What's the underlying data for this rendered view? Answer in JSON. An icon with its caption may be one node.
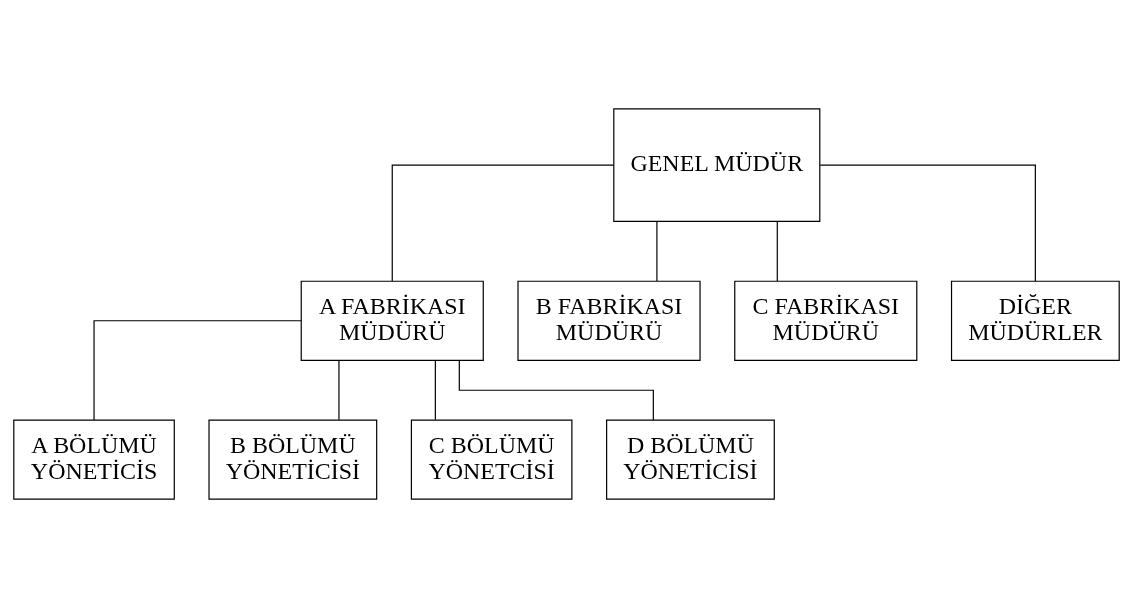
{
  "diagram": {
    "nodes": [
      {
        "text": [
          "GENEL MÜDÜR"
        ]
      },
      {
        "text": [
          "A FABRİKASI MÜDÜRÜ"
        ]
      },
      {
        "text": [
          "B FABRİKASI MÜDÜRÜ"
        ]
      },
      {
        "text": [
          "C FABRİKASI MÜDÜRÜ"
        ]
      },
      {
        "text": [
          "DİĞER MÜDÜRLER"
        ]
      },
      {
        "text": [
          "A BÖLÜMÜ YÖNETİCİS"
        ]
      },
      {
        "text": [
          "B BÖLÜMÜ YÖNETİCİSİ"
        ]
      },
      {
        "text": [
          "C BÖLÜMÜ YÖNETCİSİ"
        ]
      },
      {
        "text": [
          "D BÖLÜMÜ YÖNETİCİSİ"
        ]
      }
    ],
    "edges": [
      {
        "from": 0,
        "to": 1,
        "arrow": "none"
      },
      {
        "from": 0,
        "to": 2,
        "arrow": "none"
      },
      {
        "from": 0,
        "to": 3,
        "arrow": "none"
      },
      {
        "from": 0,
        "to": 4,
        "arrow": "none"
      },
      {
        "from": 1,
        "to": 5,
        "arrow": "none"
      },
      {
        "from": 1,
        "to": 6,
        "arrow": "none"
      },
      {
        "from": 1,
        "to": 7,
        "arrow": "none"
      },
      {
        "from": 1,
        "to": 8,
        "arrow": "none"
      }
    ]
  }
}
